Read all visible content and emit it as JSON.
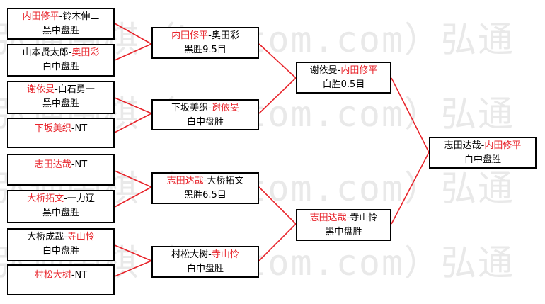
{
  "watermark": {
    "text": "弘通围棋（hootom.com）弘通"
  },
  "colors": {
    "winner": "#e8232a",
    "line": "#e8232a",
    "border": "#000000"
  },
  "bracket": {
    "round1": [
      {
        "p1": "内田修平",
        "p2": "铃木伸二",
        "winner": 1,
        "result": "黑中盘胜"
      },
      {
        "p1": "山本贤太郎",
        "p2": "奥田彩",
        "winner": 2,
        "result": "白中盘胜"
      },
      {
        "p1": "谢依旻",
        "p2": "白石勇一",
        "winner": 1,
        "result": "黑中盘胜"
      },
      {
        "p1": "下坂美织",
        "p2": "NT",
        "winner": 1,
        "result": ""
      },
      {
        "p1": "志田达哉",
        "p2": "NT",
        "winner": 1,
        "result": ""
      },
      {
        "p1": "大桥拓文",
        "p2": "一力辽",
        "winner": 1,
        "result": "黑中盘胜"
      },
      {
        "p1": "大桥成哉",
        "p2": "寺山怜",
        "winner": 2,
        "result": "白中盘胜"
      },
      {
        "p1": "村松大树",
        "p2": "NT",
        "winner": 1,
        "result": ""
      }
    ],
    "round2": [
      {
        "p1": "内田修平",
        "p2": "奥田彩",
        "winner": 1,
        "result": "黑胜9.5目"
      },
      {
        "p1": "下坂美织",
        "p2": "谢依旻",
        "winner": 2,
        "result": "白中盘胜"
      },
      {
        "p1": "志田达哉",
        "p2": "大桥拓文",
        "winner": 1,
        "result": "黑胜6.5目"
      },
      {
        "p1": "村松大树",
        "p2": "寺山怜",
        "winner": 2,
        "result": "白中盘胜"
      }
    ],
    "round3": [
      {
        "p1": "谢依旻",
        "p2": "内田修平",
        "winner": 2,
        "result": "白胜0.5目"
      },
      {
        "p1": "志田达哉",
        "p2": "寺山怜",
        "winner": 1,
        "result": "黑中盘胜"
      }
    ],
    "final": [
      {
        "p1": "志田达哉",
        "p2": "内田修平",
        "winner": 2,
        "result": "白中盘胜"
      }
    ]
  }
}
